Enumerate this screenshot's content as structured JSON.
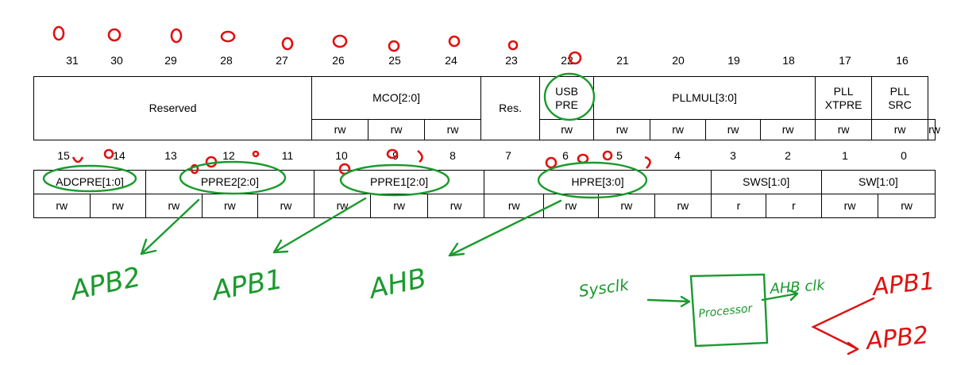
{
  "upper": {
    "bit_numbers": [
      "31",
      "30",
      "29",
      "28",
      "27",
      "26",
      "25",
      "24",
      "23",
      "22",
      "21",
      "20",
      "19",
      "18",
      "17",
      "16"
    ],
    "fields": {
      "reserved": "Reserved",
      "mco": "MCO[2:0]",
      "res": "Res.",
      "usbpre_1": "USB",
      "usbpre_2": "PRE",
      "pllmul": "PLLMUL[3:0]",
      "pllxtpre_1": "PLL",
      "pllxtpre_2": "XTPRE",
      "pllsrc_1": "PLL",
      "pllsrc_2": "SRC"
    },
    "access": [
      "rw",
      "rw",
      "rw",
      "rw",
      "rw",
      "rw",
      "rw",
      "rw",
      "rw",
      "rw",
      "rw"
    ]
  },
  "lower": {
    "bit_numbers": [
      "15",
      "14",
      "13",
      "12",
      "11",
      "10",
      "9",
      "8",
      "7",
      "6",
      "5",
      "4",
      "3",
      "2",
      "1",
      "0"
    ],
    "fields": {
      "adcpre": "ADCPRE[1:0]",
      "ppre2": "PPRE2[2:0]",
      "ppre1": "PPRE1[2:0]",
      "hpre": "HPRE[3:0]",
      "sws": "SWS[1:0]",
      "sw": "SW[1:0]"
    },
    "access": [
      "rw",
      "rw",
      "rw",
      "rw",
      "rw",
      "rw",
      "rw",
      "rw",
      "rw",
      "rw",
      "rw",
      "rw",
      "r",
      "r",
      "rw",
      "rw"
    ]
  },
  "annotations": {
    "apb2_label": "APB2",
    "apb1_label": "APB1",
    "ahb_label": "AHB",
    "sysclk_label": "Sysclk",
    "processor_label": "Processor",
    "ahb_clk_label": "AHB clk",
    "apb1_red": "APB1",
    "apb2_red": "APB2",
    "colors": {
      "green": "#1a9a2e",
      "red": "#e01010"
    }
  }
}
